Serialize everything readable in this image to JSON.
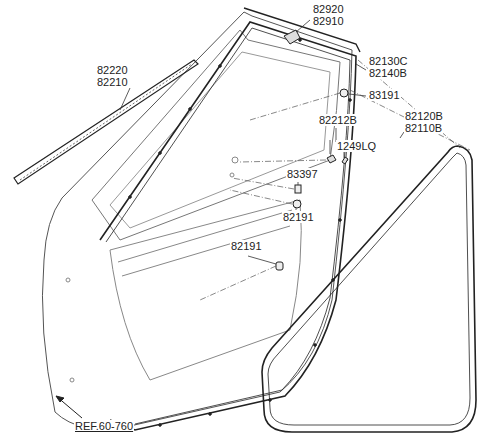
{
  "diagram": {
    "labels": [
      "82920",
      "82910",
      "82130C",
      "82140B",
      "83191",
      "82220",
      "82210",
      "82212B",
      "1249LQ",
      "83397",
      "82120B",
      "82110B",
      "82191",
      "82191",
      "REF.60-760"
    ]
  }
}
